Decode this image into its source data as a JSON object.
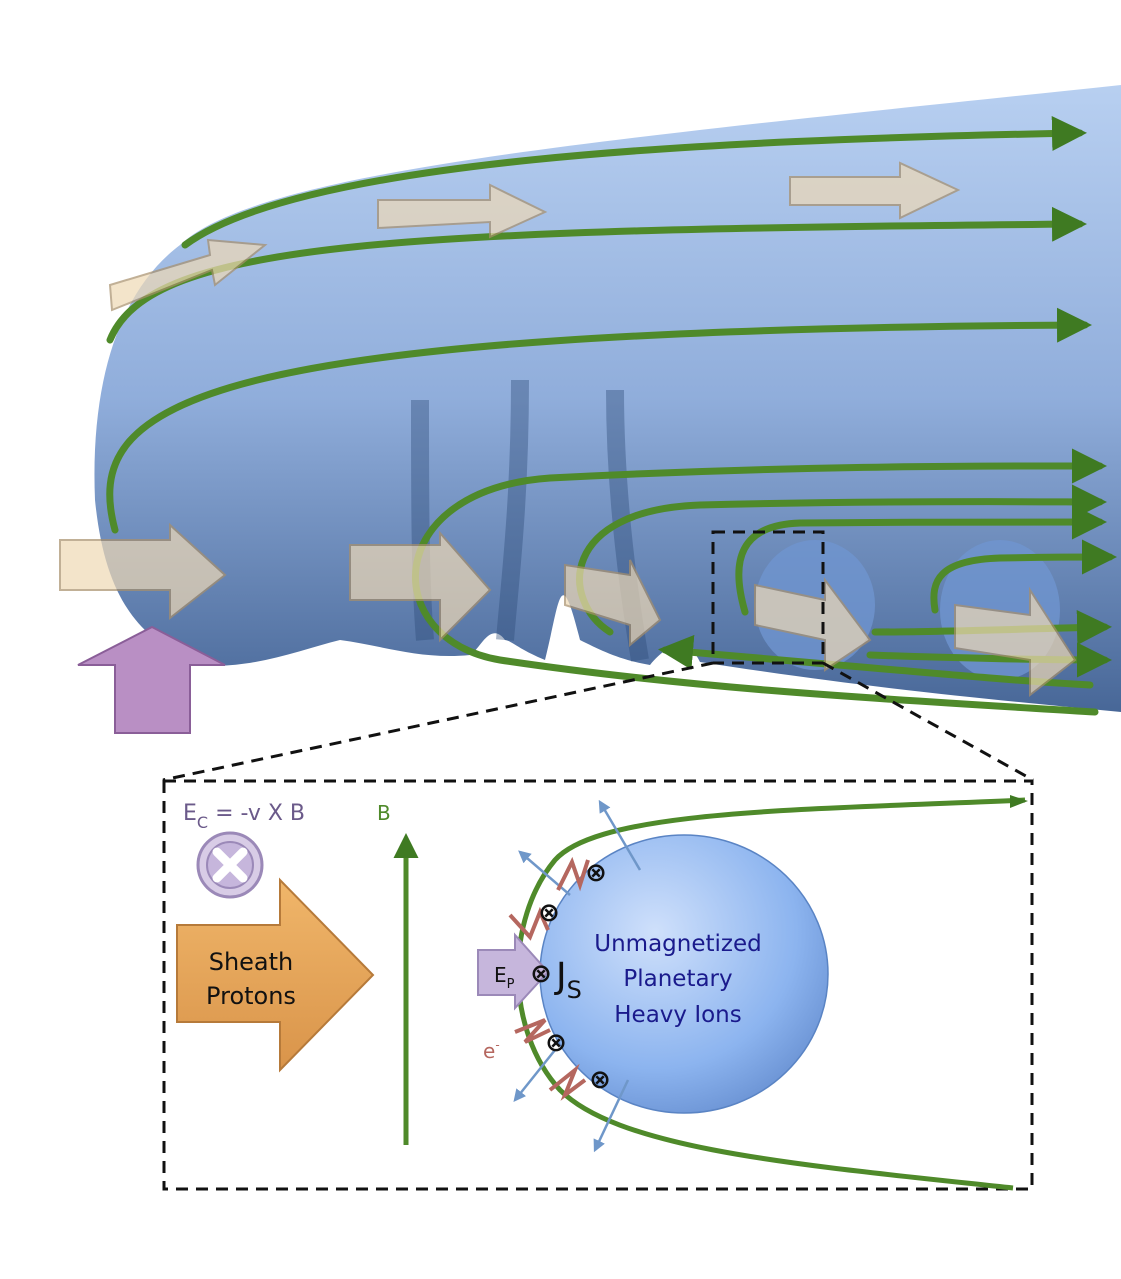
{
  "inset": {
    "ec_label": "E",
    "ec_sub": "C",
    "ec_formula": " = -v X B",
    "b_label": "B",
    "sheath_line1": "Sheath",
    "sheath_line2": "Protons",
    "ep_label": "E",
    "ep_sub": "P",
    "js_label": "J",
    "js_sub": "S",
    "ions_line1": "Unmagnetized",
    "ions_line2": "Planetary",
    "ions_line3": "Heavy Ions",
    "electron_label": "e",
    "electron_sup": "-"
  },
  "colors": {
    "field_line": "#4f8a2a",
    "blob": "#8fb1e0",
    "flow_arrow": "#e8cfa6",
    "ec_purple": "#6b5a8a",
    "ions_text": "#1a1a8c",
    "sheath_arrow": "#e9a95c",
    "electron": "#b5675f"
  }
}
